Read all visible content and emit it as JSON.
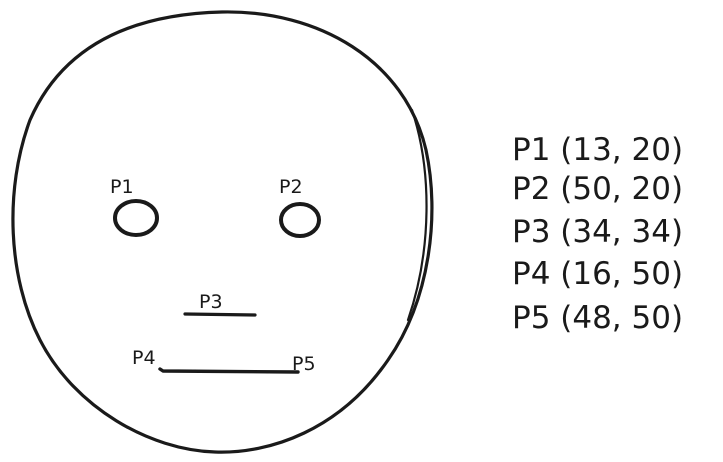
{
  "points": [
    {
      "label": "P1",
      "x": 13,
      "y": 20
    },
    {
      "label": "P2",
      "x": 50,
      "y": 20
    },
    {
      "label": "P3",
      "x": 34,
      "y": 34
    },
    {
      "label": "P4",
      "x": 16,
      "y": 50
    },
    {
      "label": "P5",
      "x": 48,
      "y": 50
    }
  ],
  "legend": [
    "P1 (13, 20)",
    "P2 (50, 20)",
    "P3 (34, 34)",
    "P4 (16, 50)",
    "P5 (48, 50)"
  ],
  "colors": {
    "ink": "#1a1a1a",
    "background": "#ffffff"
  }
}
